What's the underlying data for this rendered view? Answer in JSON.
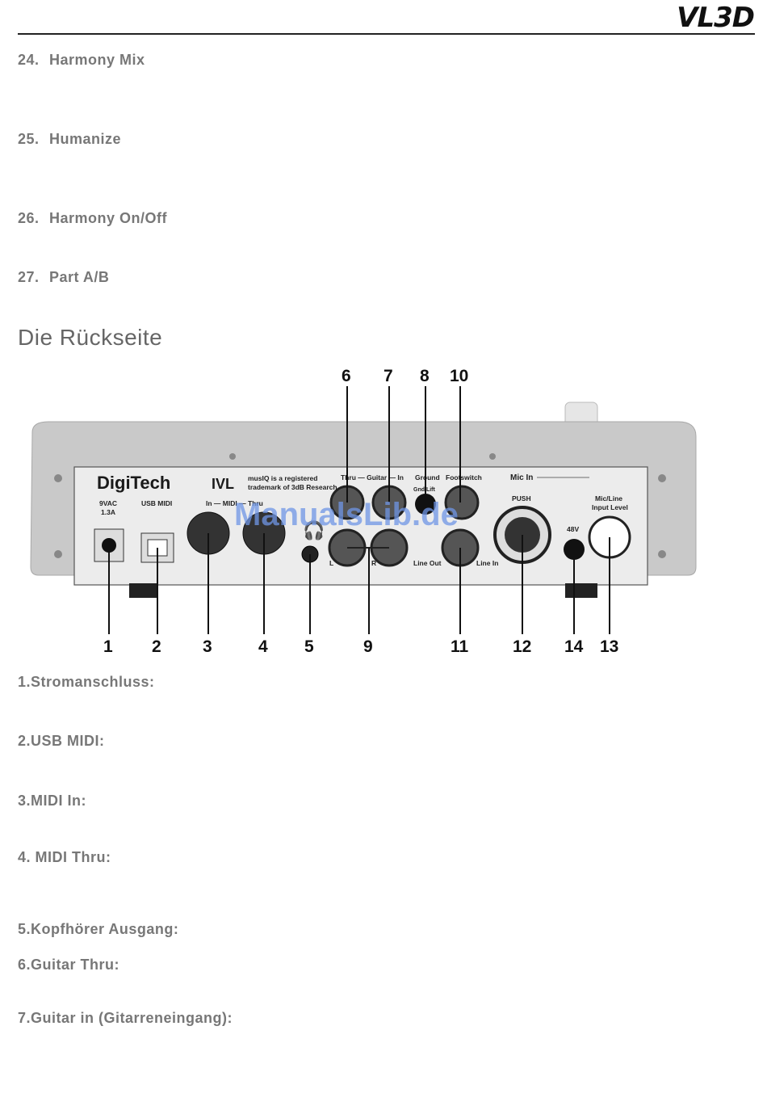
{
  "header": {
    "brand": "VL3D"
  },
  "items": [
    {
      "num": "24.",
      "label": "Harmony Mix"
    },
    {
      "num": "25.",
      "label": "Humanize"
    },
    {
      "num": "26.",
      "label": "Harmony On/Off"
    },
    {
      "num": "27.",
      "label": "Part A/B"
    }
  ],
  "section": {
    "title": "Die Rückseite"
  },
  "panel": {
    "logo": "DigiTech",
    "model": "IVL",
    "trademark_line1": "musIQ is a registered",
    "trademark_line2": "trademark of 3dB Research",
    "labels": {
      "power1": "9VAC",
      "power2": "1.3A",
      "usb": "USB MIDI",
      "midi": "In — MIDI — Thru",
      "guitar": "Thru — Guitar — In",
      "ground": "Ground",
      "gndlift": "Gnd Lift",
      "footswitch": "Footswitch",
      "micin": "Mic In",
      "push": "PUSH",
      "micline1": "Mic/Line",
      "micline2": "Input Level",
      "l": "L",
      "r": "R",
      "lineout": "Line Out",
      "linein": "Line In",
      "v48": "48V"
    },
    "callouts_top": [
      "6",
      "7",
      "8",
      "10"
    ],
    "callouts_bottom": [
      "1",
      "2",
      "3",
      "4",
      "5",
      "9",
      "11",
      "12",
      "14",
      "13"
    ],
    "watermark": "ManualsLib.de"
  },
  "specs": [
    "1.Stromanschluss:",
    "2.USB MIDI:",
    "3.MIDI In:",
    "4. MIDI Thru:",
    "5.Kopfhörer Ausgang:",
    "6.Guitar Thru:",
    "7.Guitar in (Gitarreneingang):"
  ]
}
